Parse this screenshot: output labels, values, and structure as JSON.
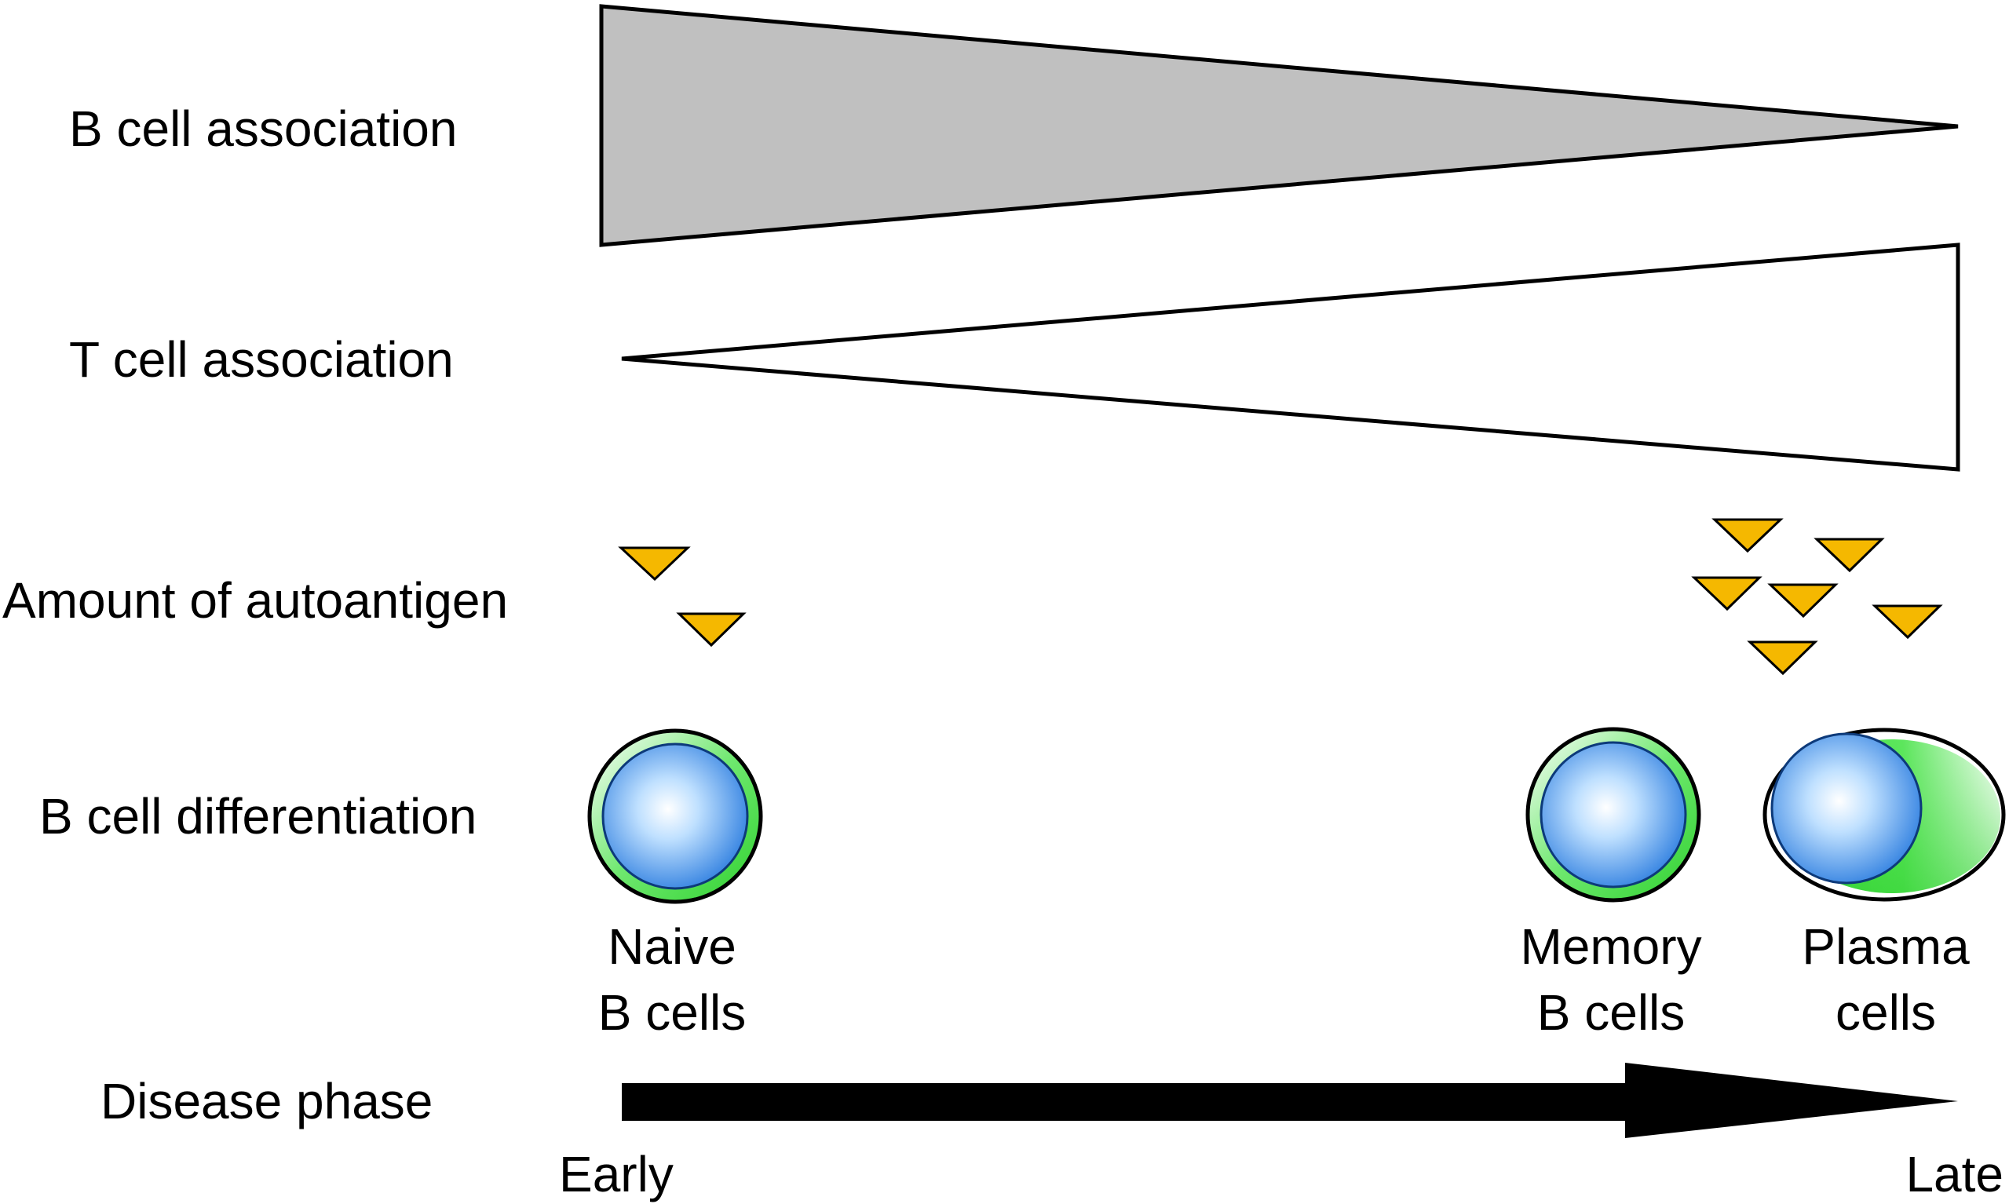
{
  "rows": {
    "b_cell_association": "B cell association",
    "t_cell_association": "T cell association",
    "amount_of_autoantigen": "Amount of autoantigen",
    "b_cell_differentiation": "B cell differentiation",
    "disease_phase": "Disease phase"
  },
  "cells": {
    "naive": {
      "line1": "Naive",
      "line2": "B cells"
    },
    "memory": {
      "line1": "Memory",
      "line2": "B cells"
    },
    "plasma": {
      "line1": "Plasma",
      "line2": "cells"
    }
  },
  "phase": {
    "start": "Early",
    "end": "Late"
  },
  "colors": {
    "b_cell_wedge_fill": "#c0c0c0",
    "t_cell_wedge_fill": "#ffffff",
    "autoantigen_fill": "#f5b800",
    "cell_membrane": "#3ddc3d",
    "nucleus": "#2f7fe0",
    "arrow": "#000000"
  },
  "autoantigen_counts": {
    "early": 2,
    "late": 6
  }
}
